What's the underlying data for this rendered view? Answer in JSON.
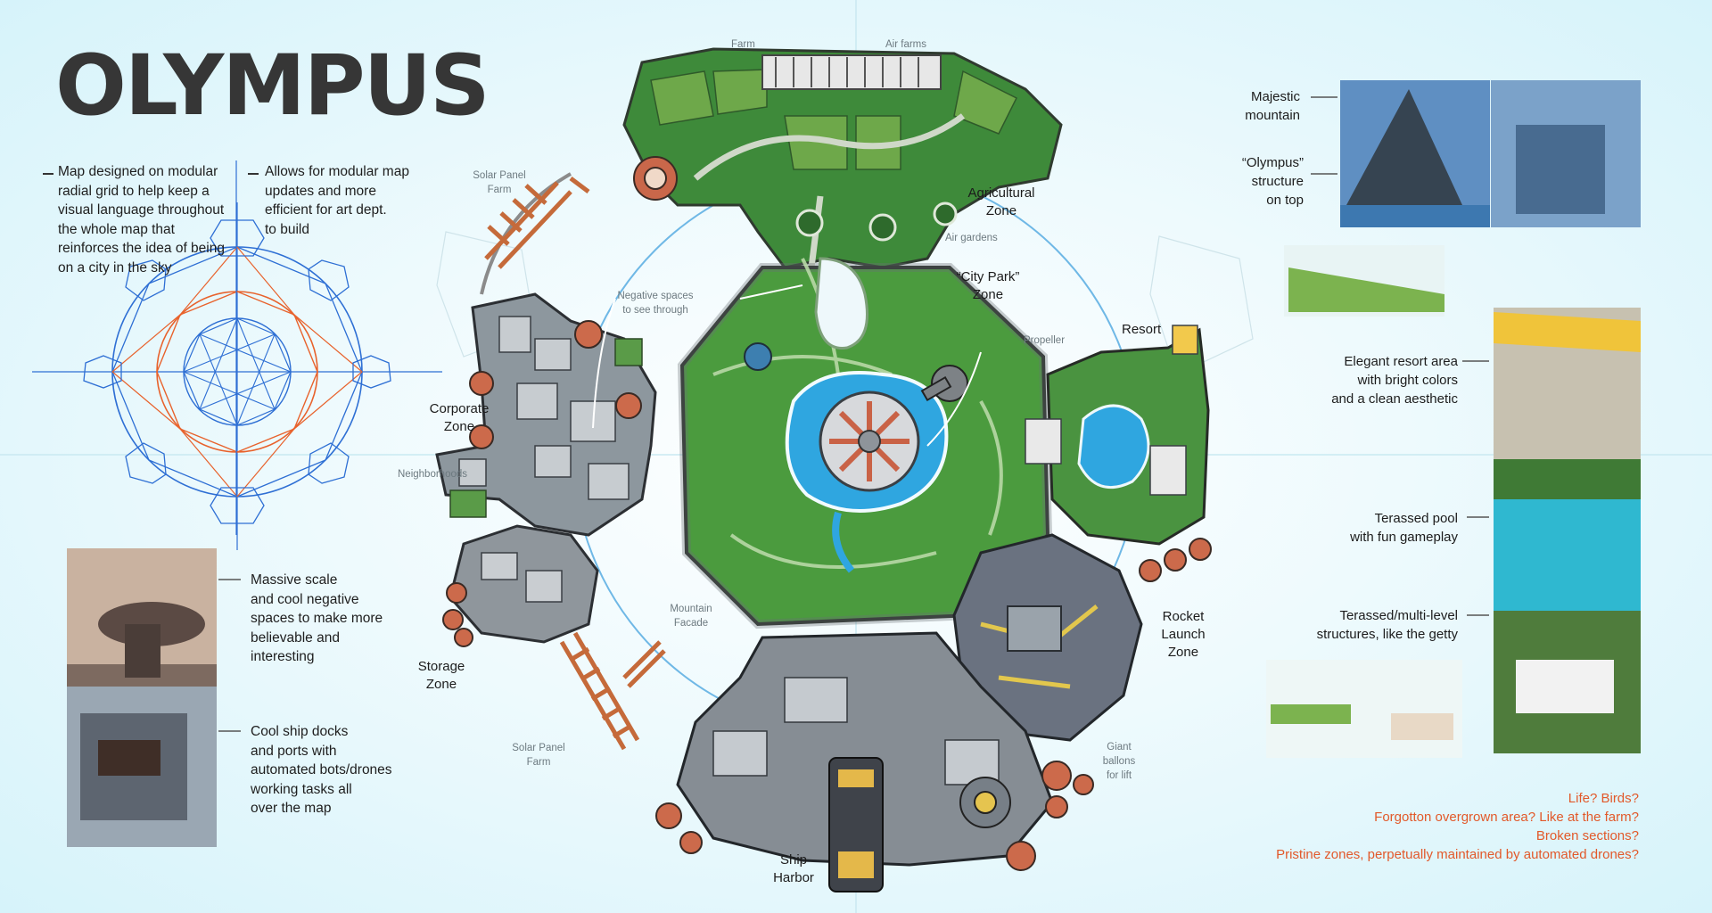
{
  "title": "OLYMPUS",
  "notes_top": [
    {
      "text_lines": [
        "Map designed on modular",
        "radial grid to help keep a",
        "visual language throughout",
        "the whole map that",
        "reinforces the idea of being",
        "on a city in the sky"
      ]
    },
    {
      "text_lines": [
        "Allows for modular map",
        "updates and more",
        "efficient for art dept.",
        "to build"
      ]
    }
  ],
  "notes_left": [
    {
      "text_lines": [
        "Massive scale",
        "and cool negative",
        "spaces to make more",
        "believable and",
        "interesting"
      ]
    },
    {
      "text_lines": [
        "Cool ship docks",
        "and ports with",
        "automated bots/drones",
        "working tasks all",
        "over the map"
      ]
    }
  ],
  "zones": {
    "farm": "Farm",
    "air_farms": "Air farms",
    "agricultural": [
      "Agricultural",
      "Zone"
    ],
    "air_gardens": "Air gardens",
    "city_park": [
      "“City Park”",
      "Zone"
    ],
    "solar_panel_farm_top": [
      "Solar Panel",
      "Farm"
    ],
    "negative_spaces": [
      "Negative spaces",
      "to see through"
    ],
    "propeller": "Propeller",
    "resort": "Resort",
    "corporate": [
      "Corporate",
      "Zone"
    ],
    "neighborhoods": "Neighborhoods",
    "mountain_facade": [
      "Mountain",
      "Facade"
    ],
    "rocket_launch": [
      "Rocket",
      "Launch",
      "Zone"
    ],
    "storage": [
      "Storage",
      "Zone"
    ],
    "solar_panel_farm_bottom": [
      "Solar Panel",
      "Farm"
    ],
    "giant_ballons": [
      "Giant",
      "ballons",
      "for lift"
    ],
    "ship_harbor": [
      "Ship",
      "Harbor"
    ]
  },
  "references": [
    {
      "label_lines": [
        "Majestic",
        "mountain"
      ]
    },
    {
      "label_lines": [
        "“Olympus”",
        "structure",
        "on top"
      ]
    },
    {
      "label_lines": [
        "Elegant resort area",
        "with bright colors",
        "and a clean aesthetic"
      ]
    },
    {
      "label_lines": [
        "Terassed pool",
        "with fun gameplay"
      ]
    },
    {
      "label_lines": [
        "Terassed/multi-level",
        "structures, like the getty"
      ]
    }
  ],
  "questions": [
    "Life? Birds?",
    "Forgotton overgrown area? Like at the farm?",
    "Broken sections?",
    "Pristine zones, perpetually maintained by automated drones?"
  ],
  "colors": {
    "accent_orange": "#e2592a",
    "grid_blue": "#2e6fd4",
    "grid_orange": "#e8622c",
    "park_green": "#3f8f3a",
    "water_blue": "#2fa6e0",
    "concrete": "#9aa3ab"
  }
}
